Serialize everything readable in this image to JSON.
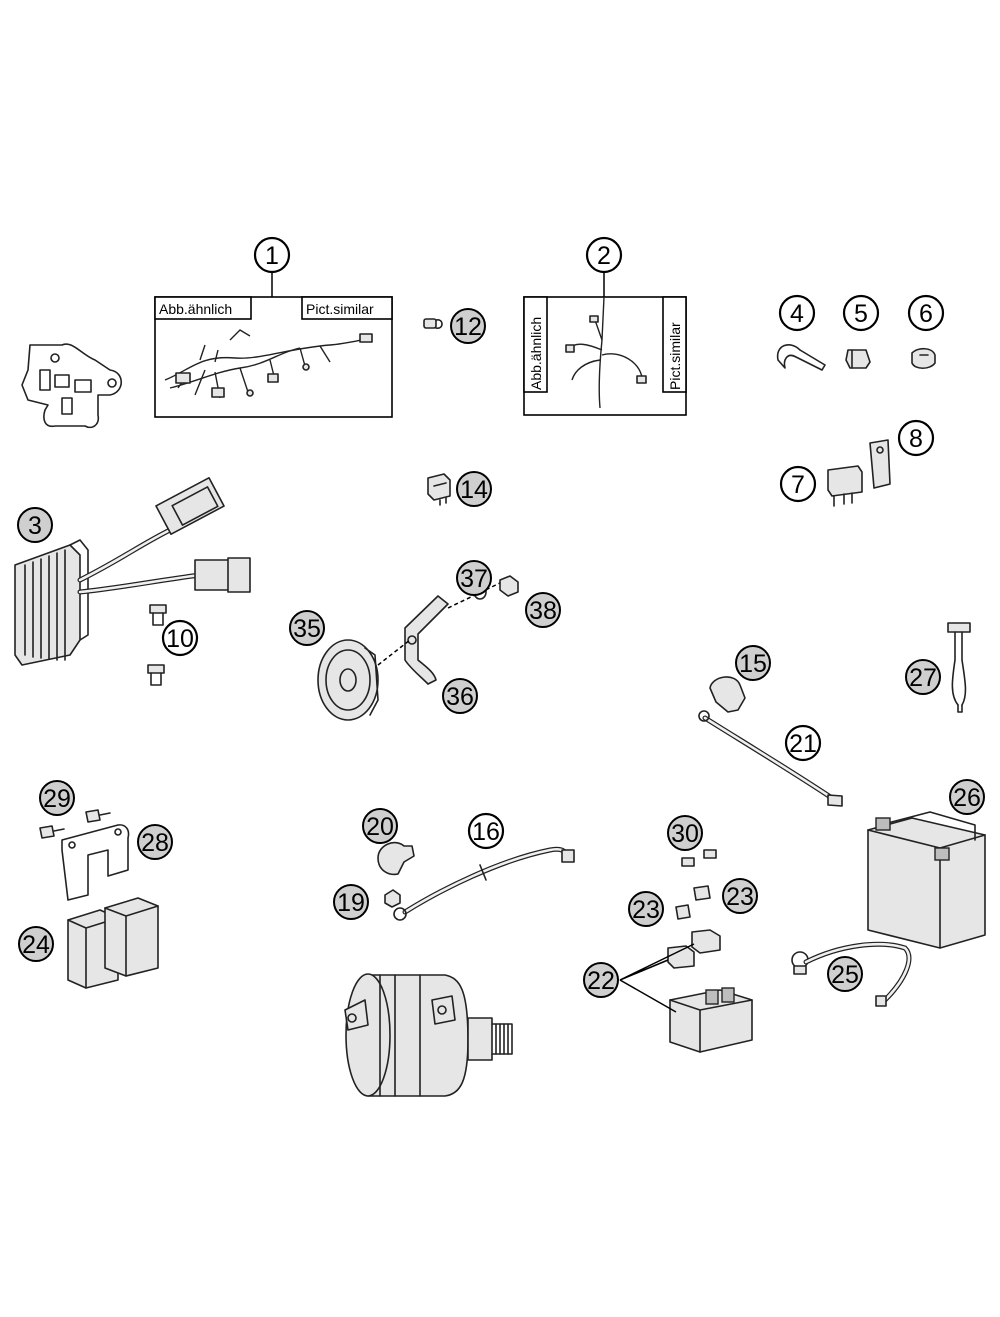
{
  "frames": {
    "harness_main": {
      "label_left": "Abb.ähnlich",
      "label_right": "Pict.similar"
    },
    "harness_sub": {
      "label_left": "Abb.ähnlich",
      "label_right": "Pict.similar"
    }
  },
  "callouts": [
    {
      "id": "c1",
      "label": "1"
    },
    {
      "id": "c2",
      "label": "2"
    },
    {
      "id": "c3",
      "label": "3"
    },
    {
      "id": "c4",
      "label": "4"
    },
    {
      "id": "c5",
      "label": "5"
    },
    {
      "id": "c6",
      "label": "6"
    },
    {
      "id": "c7",
      "label": "7"
    },
    {
      "id": "c8",
      "label": "8"
    },
    {
      "id": "c10",
      "label": "10"
    },
    {
      "id": "c12",
      "label": "12"
    },
    {
      "id": "c14",
      "label": "14"
    },
    {
      "id": "c15",
      "label": "15"
    },
    {
      "id": "c16",
      "label": "16"
    },
    {
      "id": "c19",
      "label": "19"
    },
    {
      "id": "c20",
      "label": "20"
    },
    {
      "id": "c21",
      "label": "21"
    },
    {
      "id": "c22",
      "label": "22"
    },
    {
      "id": "c23a",
      "label": "23"
    },
    {
      "id": "c23b",
      "label": "23"
    },
    {
      "id": "c24",
      "label": "24"
    },
    {
      "id": "c25",
      "label": "25"
    },
    {
      "id": "c26",
      "label": "26"
    },
    {
      "id": "c27",
      "label": "27"
    },
    {
      "id": "c28",
      "label": "28"
    },
    {
      "id": "c29",
      "label": "29"
    },
    {
      "id": "c30",
      "label": "30"
    },
    {
      "id": "c35",
      "label": "35"
    },
    {
      "id": "c36",
      "label": "36"
    },
    {
      "id": "c37",
      "label": "37"
    },
    {
      "id": "c38",
      "label": "38"
    }
  ]
}
